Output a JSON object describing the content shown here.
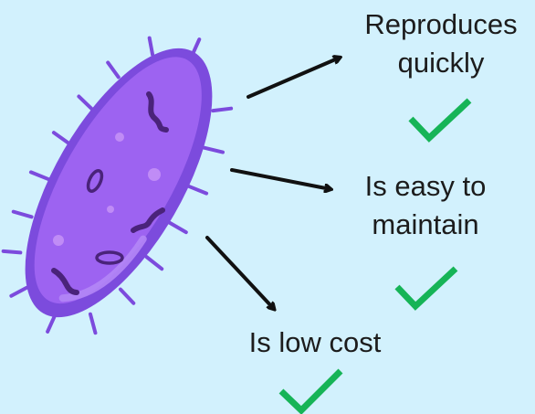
{
  "colors": {
    "background": "#d2f1fd",
    "cell_outer": "#7c4bdd",
    "cell_inner": "#9d63f1",
    "cell_spot": "#c08cf6",
    "organelle": "#4a237a",
    "arrow": "#111111",
    "check": "#16b457"
  },
  "icons": [
    "bacterium-icon",
    "arrow-icon",
    "checkmark-icon"
  ],
  "labels": {
    "reproduces": [
      "Reproduces",
      "quickly"
    ],
    "maintain": [
      "Is easy to",
      "maintain"
    ],
    "cost": [
      "Is low cost"
    ]
  }
}
